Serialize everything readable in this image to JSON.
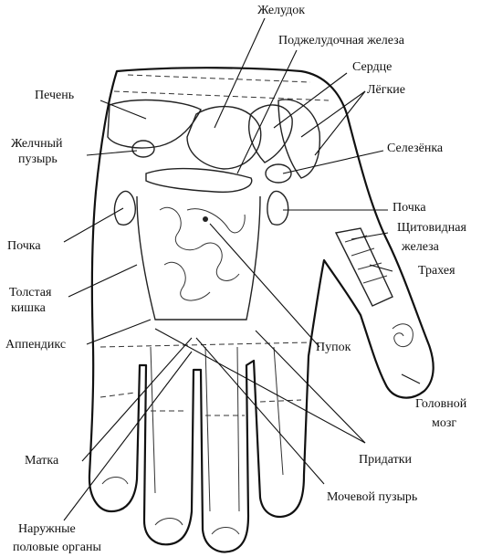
{
  "labels": {
    "stomach": "Желудок",
    "pancreas": "Поджелудочная железа",
    "heart": "Сердце",
    "lungs": "Лёгкие",
    "liver": "Печень",
    "gallbladder_1": "Желчный",
    "gallbladder_2": "пузырь",
    "spleen": "Селезёнка",
    "kidney_right": "Почка",
    "kidney_left": "Почка",
    "thyroid_1": "Щитовидная",
    "thyroid_2": "железа",
    "trachea": "Трахея",
    "colon_1": "Толстая",
    "colon_2": "кишка",
    "appendix": "Аппендикс",
    "navel": "Пупок",
    "brain_1": "Головной",
    "brain_2": "мозг",
    "uterus": "Матка",
    "adnexa": "Придатки",
    "bladder": "Мочевой пузырь",
    "genitals_1": "Наружные",
    "genitals_2": "половые органы"
  }
}
